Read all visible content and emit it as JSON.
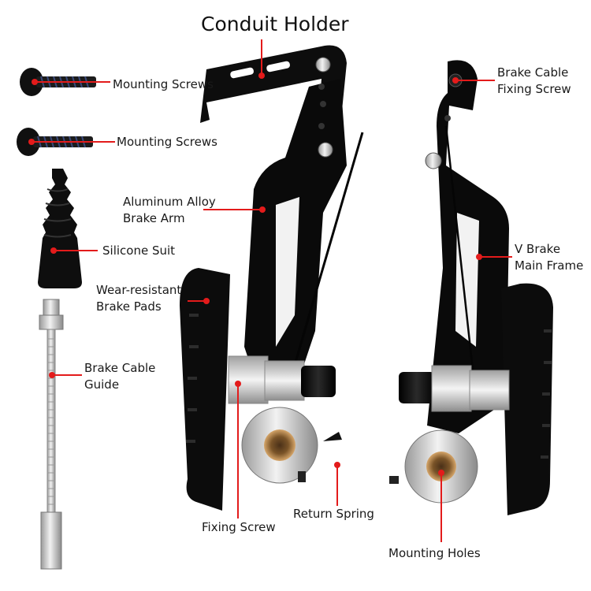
{
  "title": "Conduit Holder",
  "labels": {
    "mounting_screws_1": "Mounting Screws",
    "mounting_screws_2": "Mounting Screws",
    "aluminum_alloy_line1": "Aluminum Alloy",
    "aluminum_alloy_line2": "Brake Arm",
    "silicone_suit": "Silicone Suit",
    "wear_resistant_line1": "Wear-resistant",
    "wear_resistant_line2": "Brake Pads",
    "cable_guide_line1": "Brake Cable",
    "cable_guide_line2": "Guide",
    "fixing_screw": "Fixing Screw",
    "return_spring": "Return Spring",
    "mounting_holes": "Mounting Holes",
    "cable_fixing_line1": "Brake Cable",
    "cable_fixing_line2": "Fixing Screw",
    "v_brake_line1": "V Brake",
    "v_brake_line2": "Main Frame"
  },
  "colors": {
    "leader": "#e31b1b",
    "dot": "#e31b1b",
    "part_black": "#0d0d0d",
    "part_silver": "#c8c8c8",
    "bronze": "#b8864a"
  }
}
